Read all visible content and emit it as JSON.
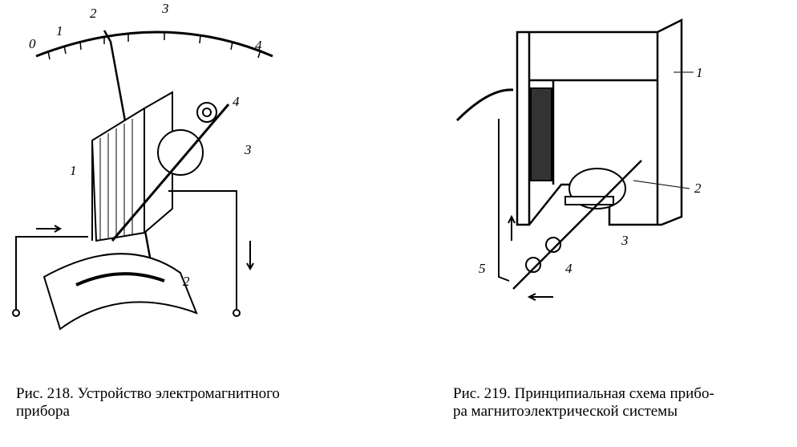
{
  "figure_218": {
    "caption_line1": "Рис. 218. Устройство электромагнитного",
    "caption_line2": "прибора",
    "scale_labels": [
      "0",
      "1",
      "2",
      "3",
      "4"
    ],
    "part_labels": [
      "1",
      "2",
      "3",
      "4"
    ]
  },
  "figure_219": {
    "caption_line1": "Рис. 219. Принципиальная схема прибо-",
    "caption_line2": "ра магнитоэлектрической системы",
    "part_labels": [
      "1",
      "2",
      "3",
      "4",
      "5"
    ]
  }
}
